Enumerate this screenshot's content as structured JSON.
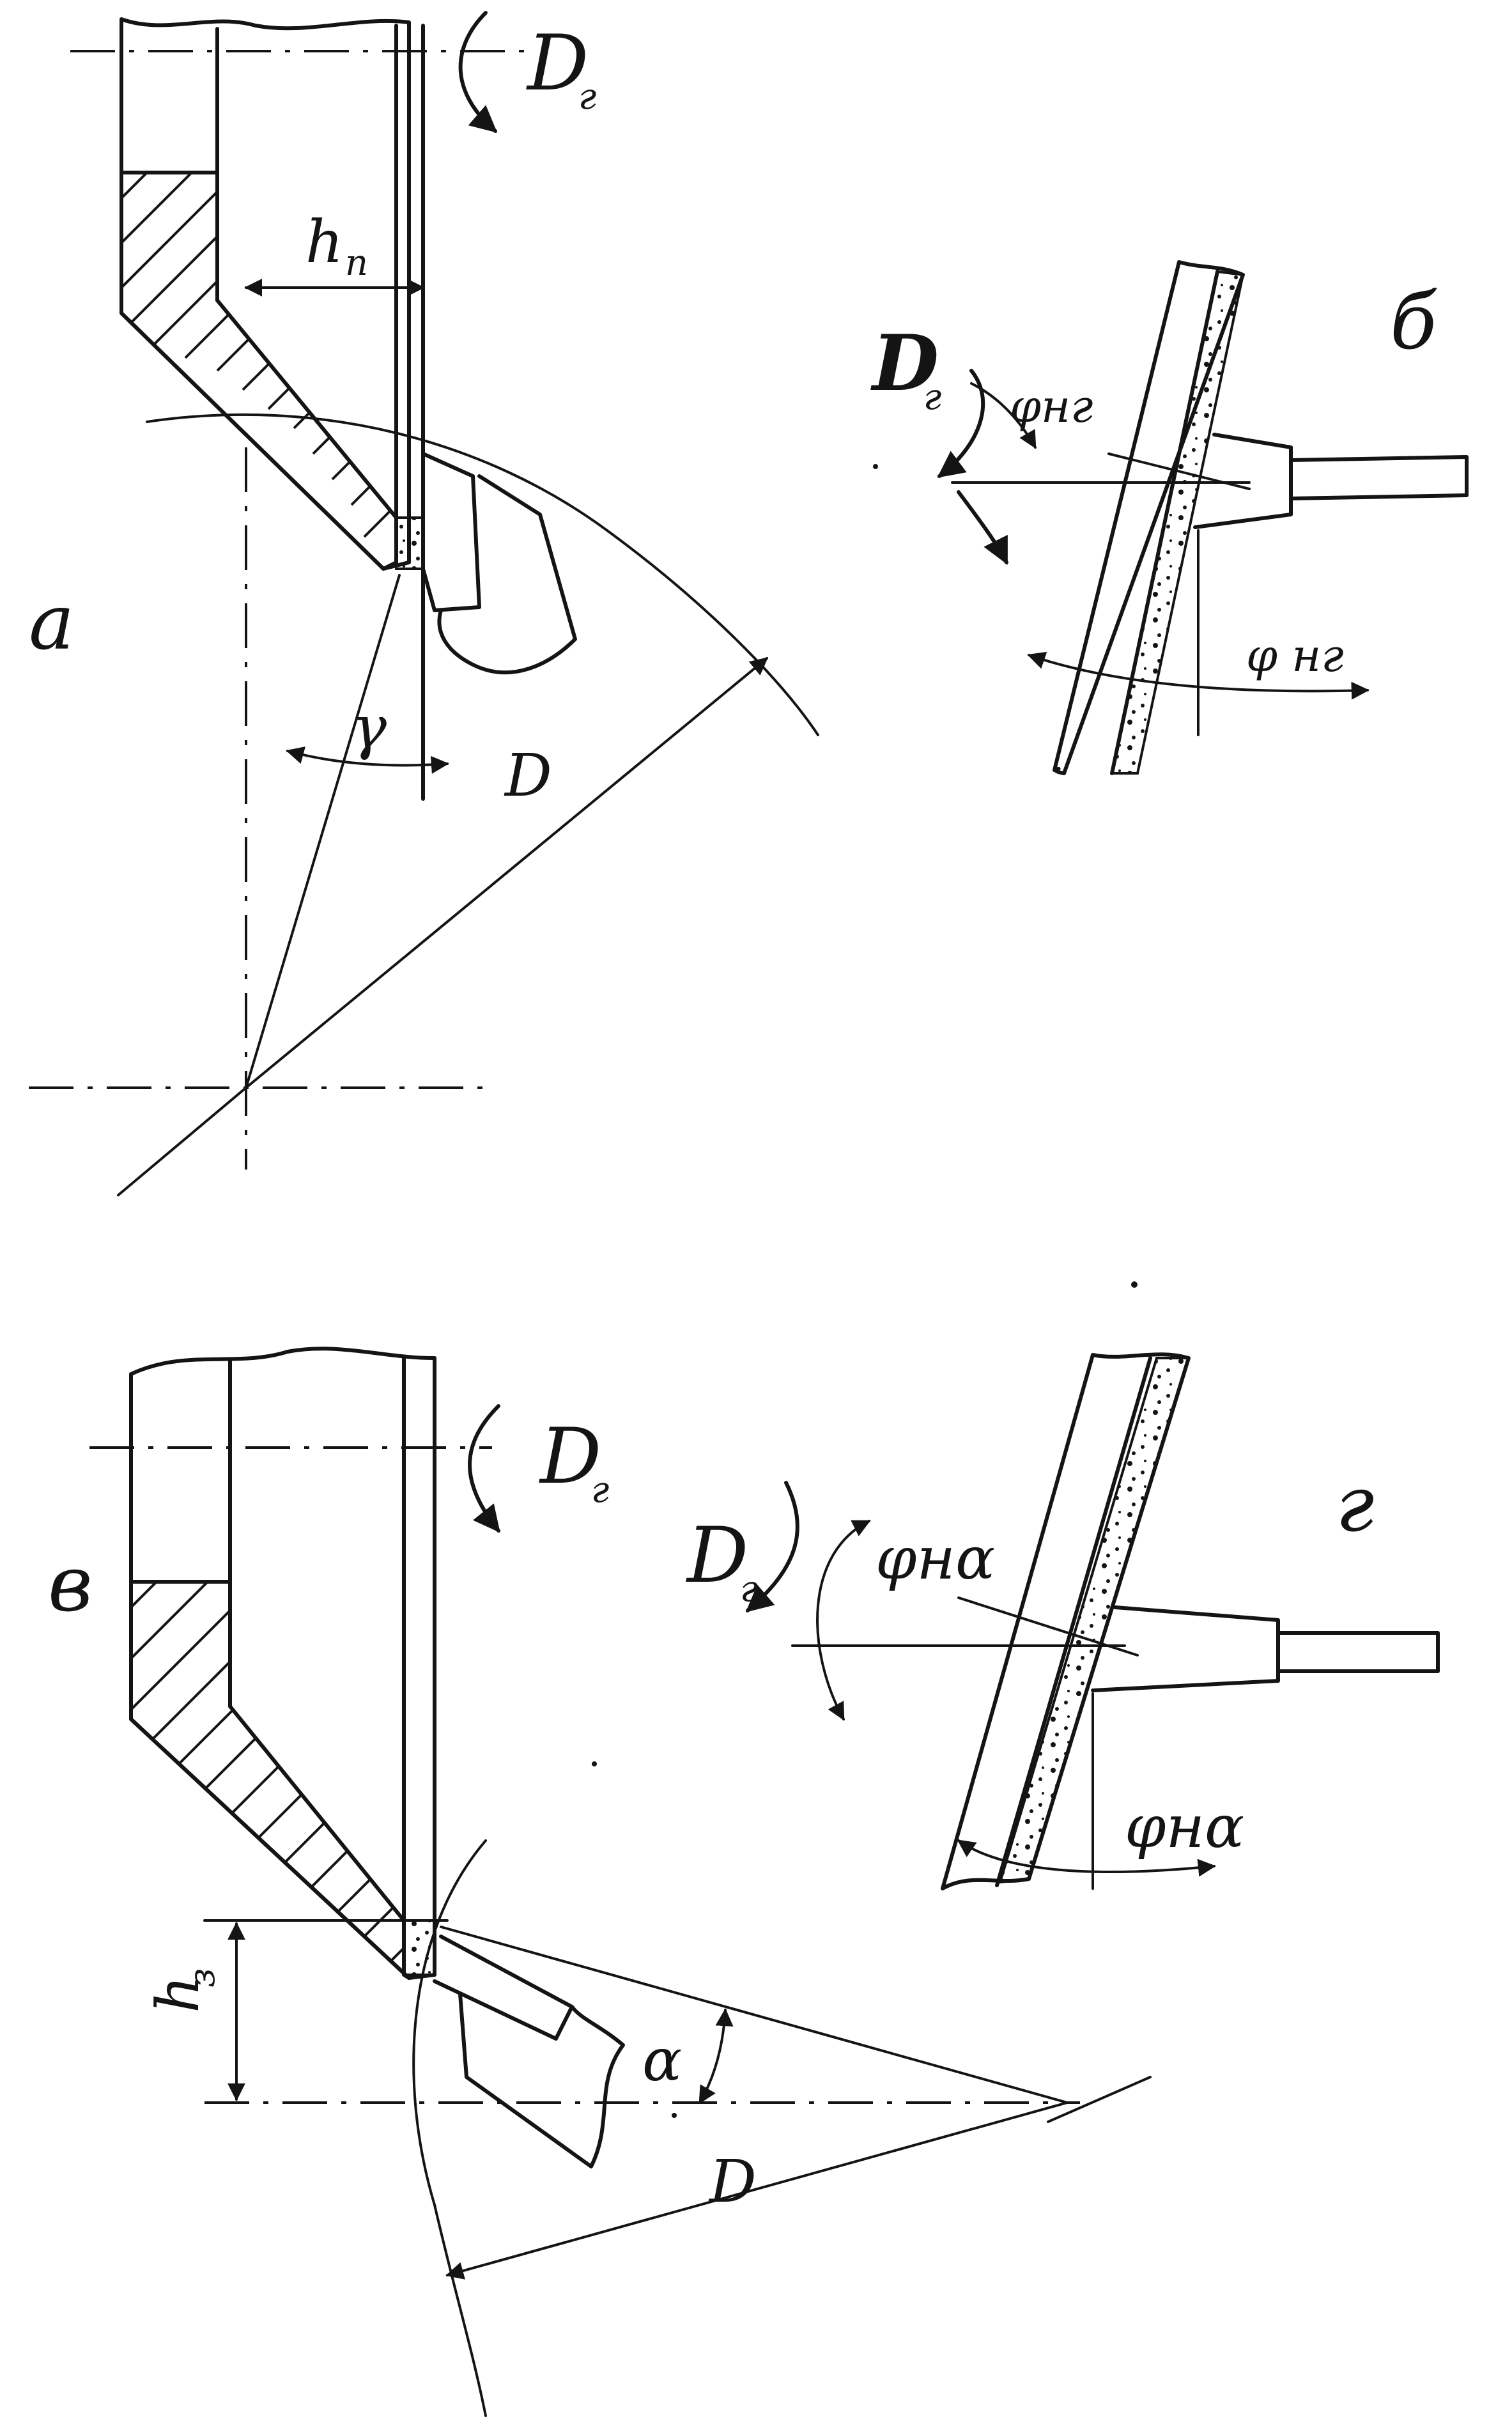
{
  "labels": {
    "view_a": "а",
    "view_b": "б",
    "view_v": "в",
    "view_g": "г",
    "rot_a": "D",
    "rot_a_sub": "г",
    "rot_b": "D",
    "rot_b_sub": "г",
    "rot_v": "D",
    "rot_v_sub": "г",
    "rot_g": "D",
    "rot_g_sub": "г",
    "h_n": "h",
    "h_n_sub": "п",
    "h_z": "h",
    "h_z_sub": "з",
    "gamma": "γ",
    "alpha": "α",
    "diam_a": "D",
    "diam_v": "D",
    "phi_ng_top": "φнг",
    "phi_ng_bottom": "φ нг",
    "phi_na_top": "φнα",
    "phi_na_bottom": "φнα"
  }
}
